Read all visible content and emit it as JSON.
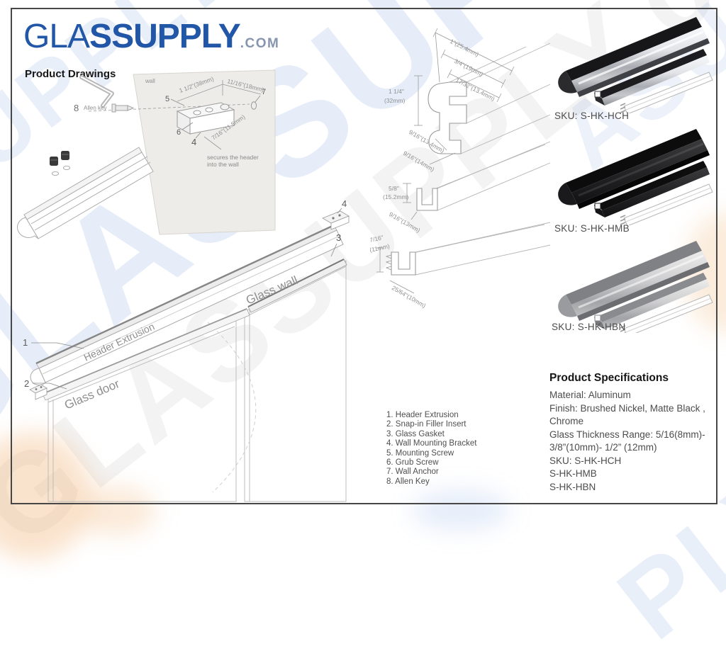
{
  "brand": {
    "name_light": "GLA",
    "name_bold": "SSUPPLY",
    "tld": ".COM"
  },
  "page_title": "Product Drawings",
  "watermark": {
    "main": "GLASSUPPLY",
    "alt": "GLASSUPPLY.com",
    "frag_top_left": "SUPPLY",
    "frag_top_right": "ASU",
    "frag_bottom_right": "PLY"
  },
  "install_diagram": {
    "wall_label": "wall",
    "allen_key_num": "8",
    "allen_key_label": "Allen key",
    "caption_line1": "secures the header",
    "caption_line2": "into the wall",
    "dim_width": "1 1/2\"(38mm)",
    "dim_offset": "11/16\"(18mm)",
    "dim_depth": "7/16\"(11.5mm)",
    "callout_screw": "5",
    "callout_grub": "6",
    "callout_anchor": "7",
    "callout_bracket": "4"
  },
  "assembly_diagram": {
    "label_header": "Header Extrusion",
    "label_wall": "Glass wall",
    "label_door": "Glass door",
    "callout_1": "1",
    "callout_2": "2",
    "callout_3": "3",
    "callout_4": "4"
  },
  "profile_diagram": {
    "dim_top_outer": "1\"(25.4mm)",
    "dim_top_mid": "3/4\"(19mm)",
    "dim_top_inner": "17/32\"(13.4mm)",
    "dim_height": "1 1/4\"",
    "dim_height_mm": "(32mm)",
    "dim_lip": "9/16\"(13.4mm)",
    "dim_channel_top": "9/16\"(14mm)",
    "dim_channel_height": "5/8\"",
    "dim_channel_height_mm": "(15.2mm)",
    "dim_channel_inner": "9/16\"(13mm)",
    "dim_gasket_height": "7/16\"",
    "dim_gasket_height_mm": "(11mm)",
    "dim_gasket_width": "25/64\"(10mm)"
  },
  "products": [
    {
      "sku_label": "SKU: S-HK-HCH",
      "finish": "Chrome"
    },
    {
      "sku_label": "SKU: S-HK-HMB",
      "finish": "Matte Black"
    },
    {
      "sku_label": "SKU: S-HK-HBN",
      "finish": "Brushed Nickel"
    }
  ],
  "parts_list": [
    "1. Header Extrusion",
    "2. Snap-in Filler Insert",
    "3. Glass Gasket",
    "4. Wall Mounting Bracket",
    "5. Mounting Screw",
    "6. Grub Screw",
    "7. Wall Anchor",
    "8. Allen Key"
  ],
  "specifications": {
    "title": "Product Specifications",
    "lines": [
      "Material: Aluminum",
      "Finish: Brushed Nickel, Matte Black ,",
      "Chrome",
      "Glass Thickness Range: 5/16(8mm)-",
      "3/8”(10mm)- 1/2” (12mm)",
      "SKU: S-HK-HCH",
      "S-HK-HMB",
      "S-HK-HBN"
    ]
  },
  "colors": {
    "brand_blue": "#2257a8",
    "line_gray": "#9a9a9a",
    "text_gray": "#4c4c4c",
    "watermark_blue": "#5080d2",
    "border_gray": "#474747"
  }
}
